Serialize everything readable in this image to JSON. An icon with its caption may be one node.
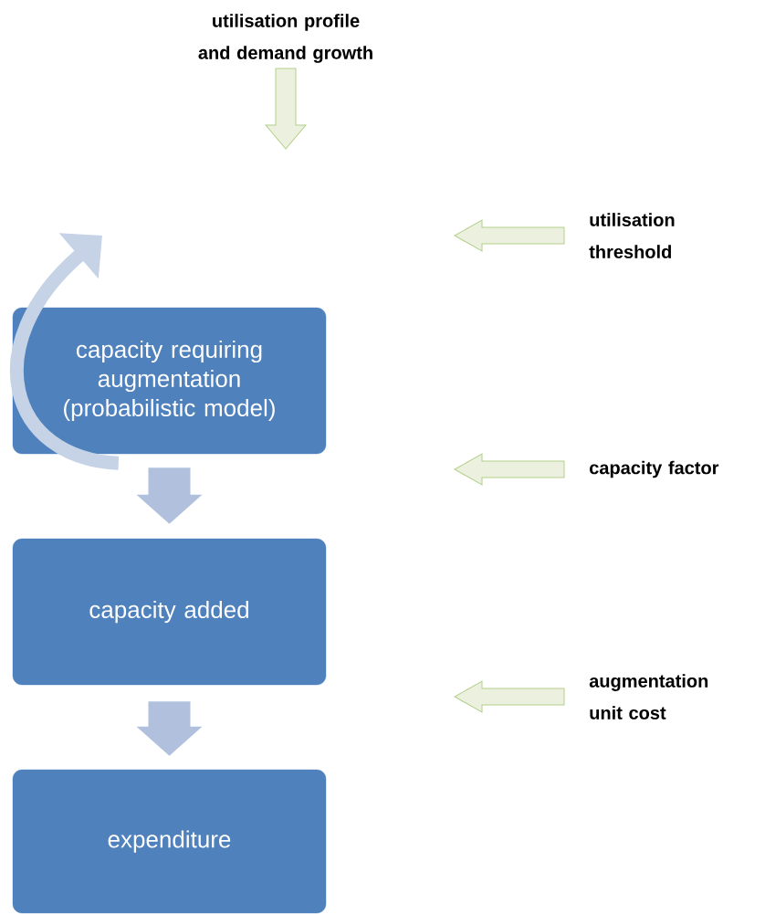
{
  "diagram": {
    "nodes": [
      {
        "text": [
          "utilisation profile and demand growth"
        ]
      },
      {
        "text": [
          "utilisation threshold"
        ]
      },
      {
        "text": [
          "capacity requiring augmentation (probabilistic model)"
        ]
      },
      {
        "text": [
          "capacity factor"
        ]
      },
      {
        "text": [
          "capacity added"
        ]
      },
      {
        "text": [
          "augmentation unit cost"
        ]
      },
      {
        "text": [
          "expenditure"
        ]
      }
    ],
    "edges": [
      {
        "from": 0,
        "to": null,
        "arrow": "to"
      },
      {
        "from": 1,
        "to": null,
        "arrow": "to"
      },
      {
        "from": 2,
        "to": null,
        "arrow": "to",
        "color": "#c6d3e6"
      },
      {
        "from": 3,
        "to": null,
        "arrow": "to"
      },
      {
        "from": 2,
        "to": 4,
        "arrow": "to",
        "color": "#b0c0dd"
      },
      {
        "from": 5,
        "to": null,
        "arrow": "to"
      },
      {
        "from": 4,
        "to": 6,
        "arrow": "to",
        "color": "#b0c0dd"
      }
    ]
  }
}
